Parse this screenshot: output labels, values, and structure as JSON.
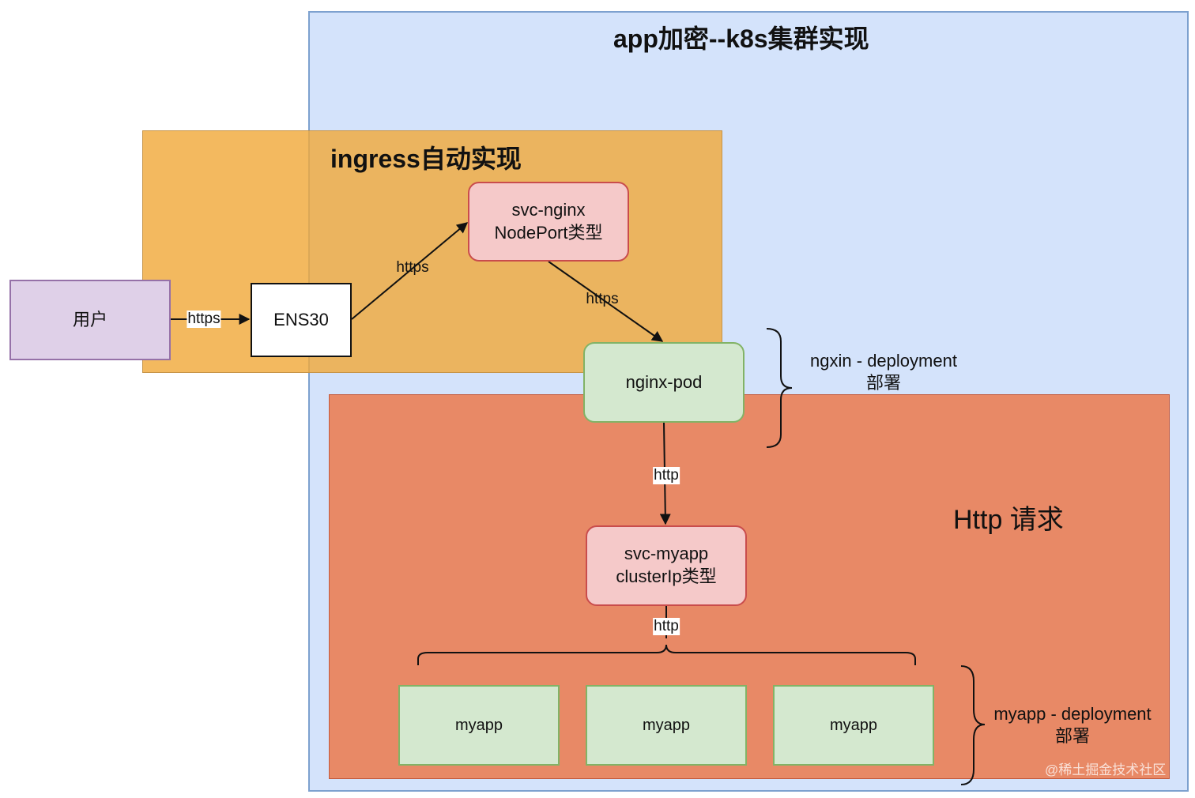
{
  "diagram": {
    "title": "app加密--k8s集群实现",
    "ingress_title": "ingress自动实现",
    "http_title": "Http 请求",
    "nodes": {
      "user": "用户",
      "ens": "ENS30",
      "svc_nginx": {
        "line1": "svc-nginx",
        "line2": "NodePort类型"
      },
      "nginx_pod": "nginx-pod",
      "svc_myapp": {
        "line1": "svc-myapp",
        "line2": "clusterIp类型"
      },
      "myapp": [
        "myapp",
        "myapp",
        "myapp"
      ]
    },
    "edge_labels": {
      "user_to_ens": "https",
      "ens_to_svc": "https",
      "svc_to_pod": "https",
      "pod_to_svc_myapp": "http",
      "svc_myapp_to_apps": "http"
    },
    "annotations": {
      "nginx_deployment": {
        "line1": "ngxin - deployment",
        "line2": "部署"
      },
      "myapp_deployment": {
        "line1": "myapp - deployment",
        "line2": "部署"
      }
    },
    "watermark": "@稀土掘金技术社区"
  }
}
